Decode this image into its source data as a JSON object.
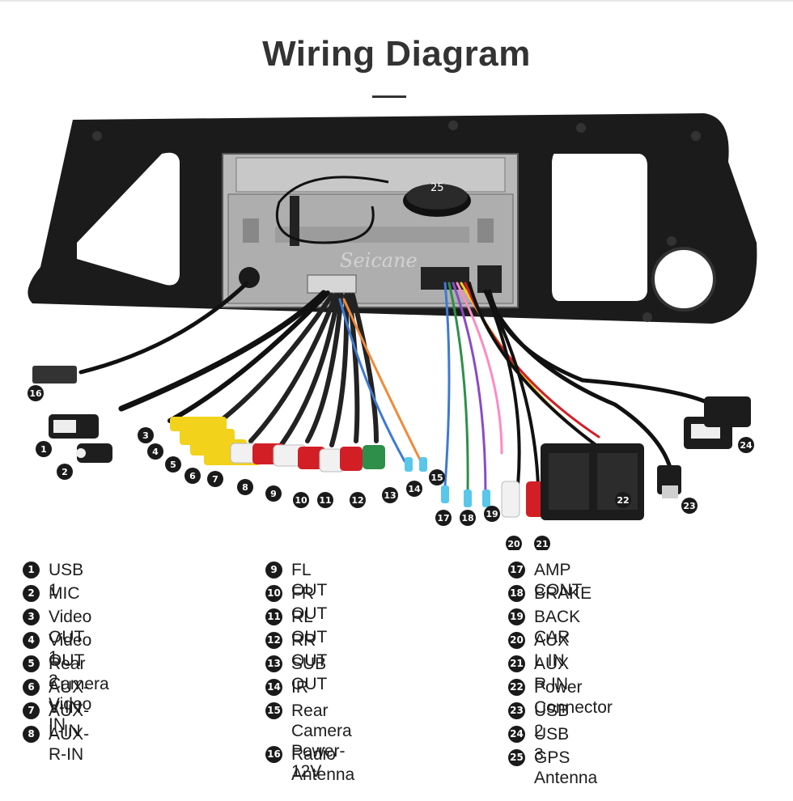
{
  "title": "Wiring Diagram",
  "watermark": "Seicane",
  "gps_label": "25",
  "legend": {
    "col1": [
      {
        "num": "1",
        "label": "USB 1"
      },
      {
        "num": "2",
        "label": "MIC"
      },
      {
        "num": "3",
        "label": "Video OUT 1"
      },
      {
        "num": "4",
        "label": "Video OUT 2"
      },
      {
        "num": "5",
        "label": "Rear Camera Video IN"
      },
      {
        "num": "6",
        "label": "AUX-V-IN"
      },
      {
        "num": "7",
        "label": "AUX-L-IN"
      },
      {
        "num": "8",
        "label": "AUX-R-IN"
      }
    ],
    "col2": [
      {
        "num": "9",
        "label": "FL OUT"
      },
      {
        "num": "10",
        "label": "FR OUT"
      },
      {
        "num": "11",
        "label": "RL OUT"
      },
      {
        "num": "12",
        "label": "RR OUT"
      },
      {
        "num": "13",
        "label": "SUB OUT"
      },
      {
        "num": "14",
        "label": "IR"
      },
      {
        "num": "15",
        "label": "Rear Camera\nPower-12V"
      },
      {
        "num": "16",
        "label": "Radio Antenna"
      }
    ],
    "col3": [
      {
        "num": "17",
        "label": "AMP CONT"
      },
      {
        "num": "18",
        "label": "BRAKE"
      },
      {
        "num": "19",
        "label": "BACK CAR"
      },
      {
        "num": "20",
        "label": "AUX L IN"
      },
      {
        "num": "21",
        "label": "AUX R IN"
      },
      {
        "num": "22",
        "label": "Power Connector"
      },
      {
        "num": "23",
        "label": "USB 2"
      },
      {
        "num": "24",
        "label": "USB 3"
      },
      {
        "num": "25",
        "label": "GPS Antenna"
      }
    ]
  },
  "callouts": [
    "1",
    "2",
    "3",
    "4",
    "5",
    "6",
    "7",
    "8",
    "9",
    "10",
    "11",
    "12",
    "13",
    "14",
    "15",
    "16",
    "17",
    "18",
    "19",
    "20",
    "21",
    "22",
    "23",
    "24"
  ],
  "colors": {
    "frame": "#1b1b1b",
    "chassis": "#b9b9b9",
    "rca_yellow": "#f2d21a",
    "rca_red": "#d21f26",
    "rca_white": "#f1f1f1",
    "rca_green": "#2d8f4a",
    "wire_blue": "#3e7ad1",
    "wire_orange": "#f08a3a",
    "wire_purple": "#8a4bc6",
    "wire_pink": "#ff8ac2",
    "tip_blue": "#59c7ea"
  }
}
